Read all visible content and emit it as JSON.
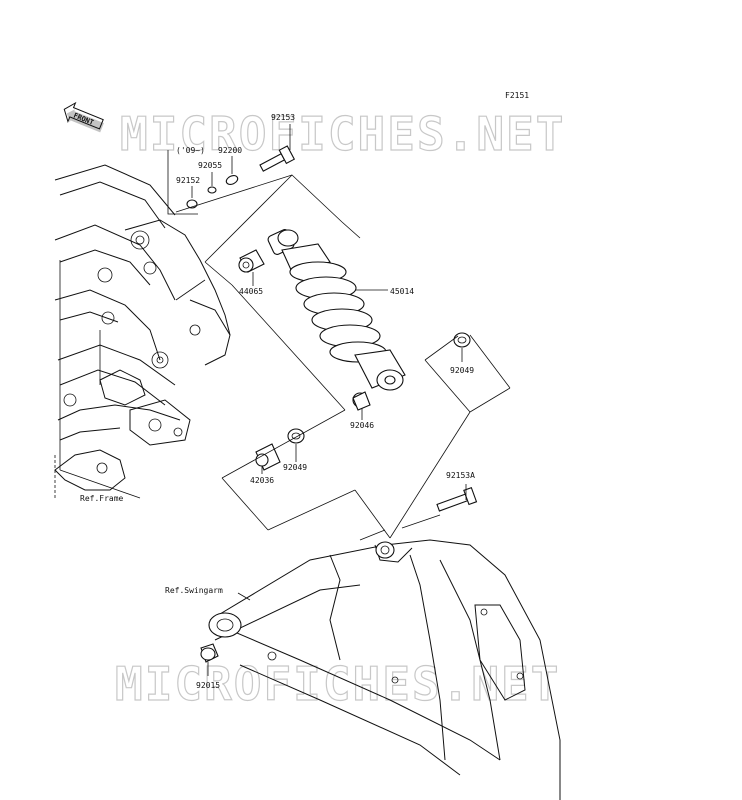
{
  "figure_code": "F2151",
  "watermark": "MICROFICHES.NET",
  "front_marker": "FRONT",
  "note_year": "('09~)",
  "parts": {
    "p92153": "92153",
    "p92200": "92200",
    "p92055": "92055",
    "p92152": "92152",
    "p44065": "44065",
    "p45014": "45014",
    "p92049a": "92049",
    "p92046": "92046",
    "p92049b": "92049",
    "p42036": "42036",
    "p92153A": "92153A",
    "p92015": "92015"
  },
  "refs": {
    "frame": "Ref.Frame",
    "swingarm": "Ref.Swingarm"
  }
}
